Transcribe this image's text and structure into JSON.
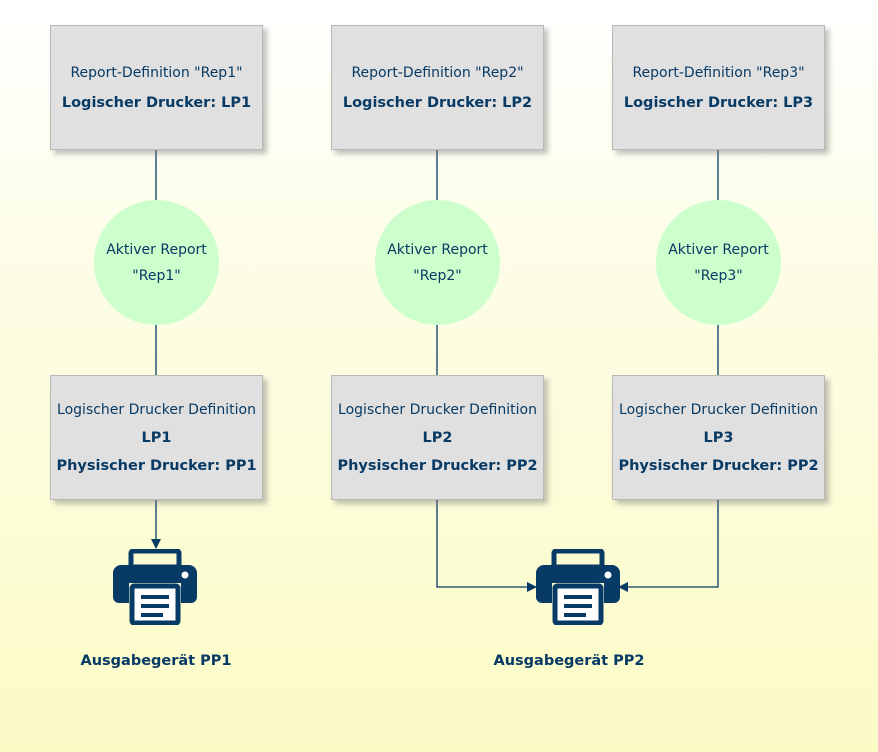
{
  "reports": [
    {
      "definition": "Report-Definition \"Rep1\"",
      "logical": "Logischer Drucker: LP1"
    },
    {
      "definition": "Report-Definition \"Rep2\"",
      "logical": "Logischer Drucker: LP2"
    },
    {
      "definition": "Report-Definition \"Rep3\"",
      "logical": "Logischer Drucker: LP3"
    }
  ],
  "active": [
    {
      "line1": "Aktiver Report",
      "line2": "\"Rep1\""
    },
    {
      "line1": "Aktiver Report",
      "line2": "\"Rep2\""
    },
    {
      "line1": "Aktiver Report",
      "line2": "\"Rep3\""
    }
  ],
  "logical_definitions": [
    {
      "title": "Logischer Drucker Definition",
      "name": "LP1",
      "physical": "Physischer Drucker: PP1"
    },
    {
      "title": "Logischer Drucker Definition",
      "name": "LP2",
      "physical": "Physischer Drucker: PP2"
    },
    {
      "title": "Logischer Drucker Definition",
      "name": "LP3",
      "physical": "Physischer Drucker: PP2"
    }
  ],
  "devices": [
    {
      "label": "Ausgabegerät PP1",
      "icon": "printer-icon"
    },
    {
      "label": "Ausgabegerät PP2",
      "icon": "printer-icon"
    }
  ],
  "colors": {
    "text": "#073a64",
    "box_fill": "#e0e0e0",
    "circle_fill": "#ccffcc",
    "printer": "#073a64",
    "connector": "#073a64"
  }
}
